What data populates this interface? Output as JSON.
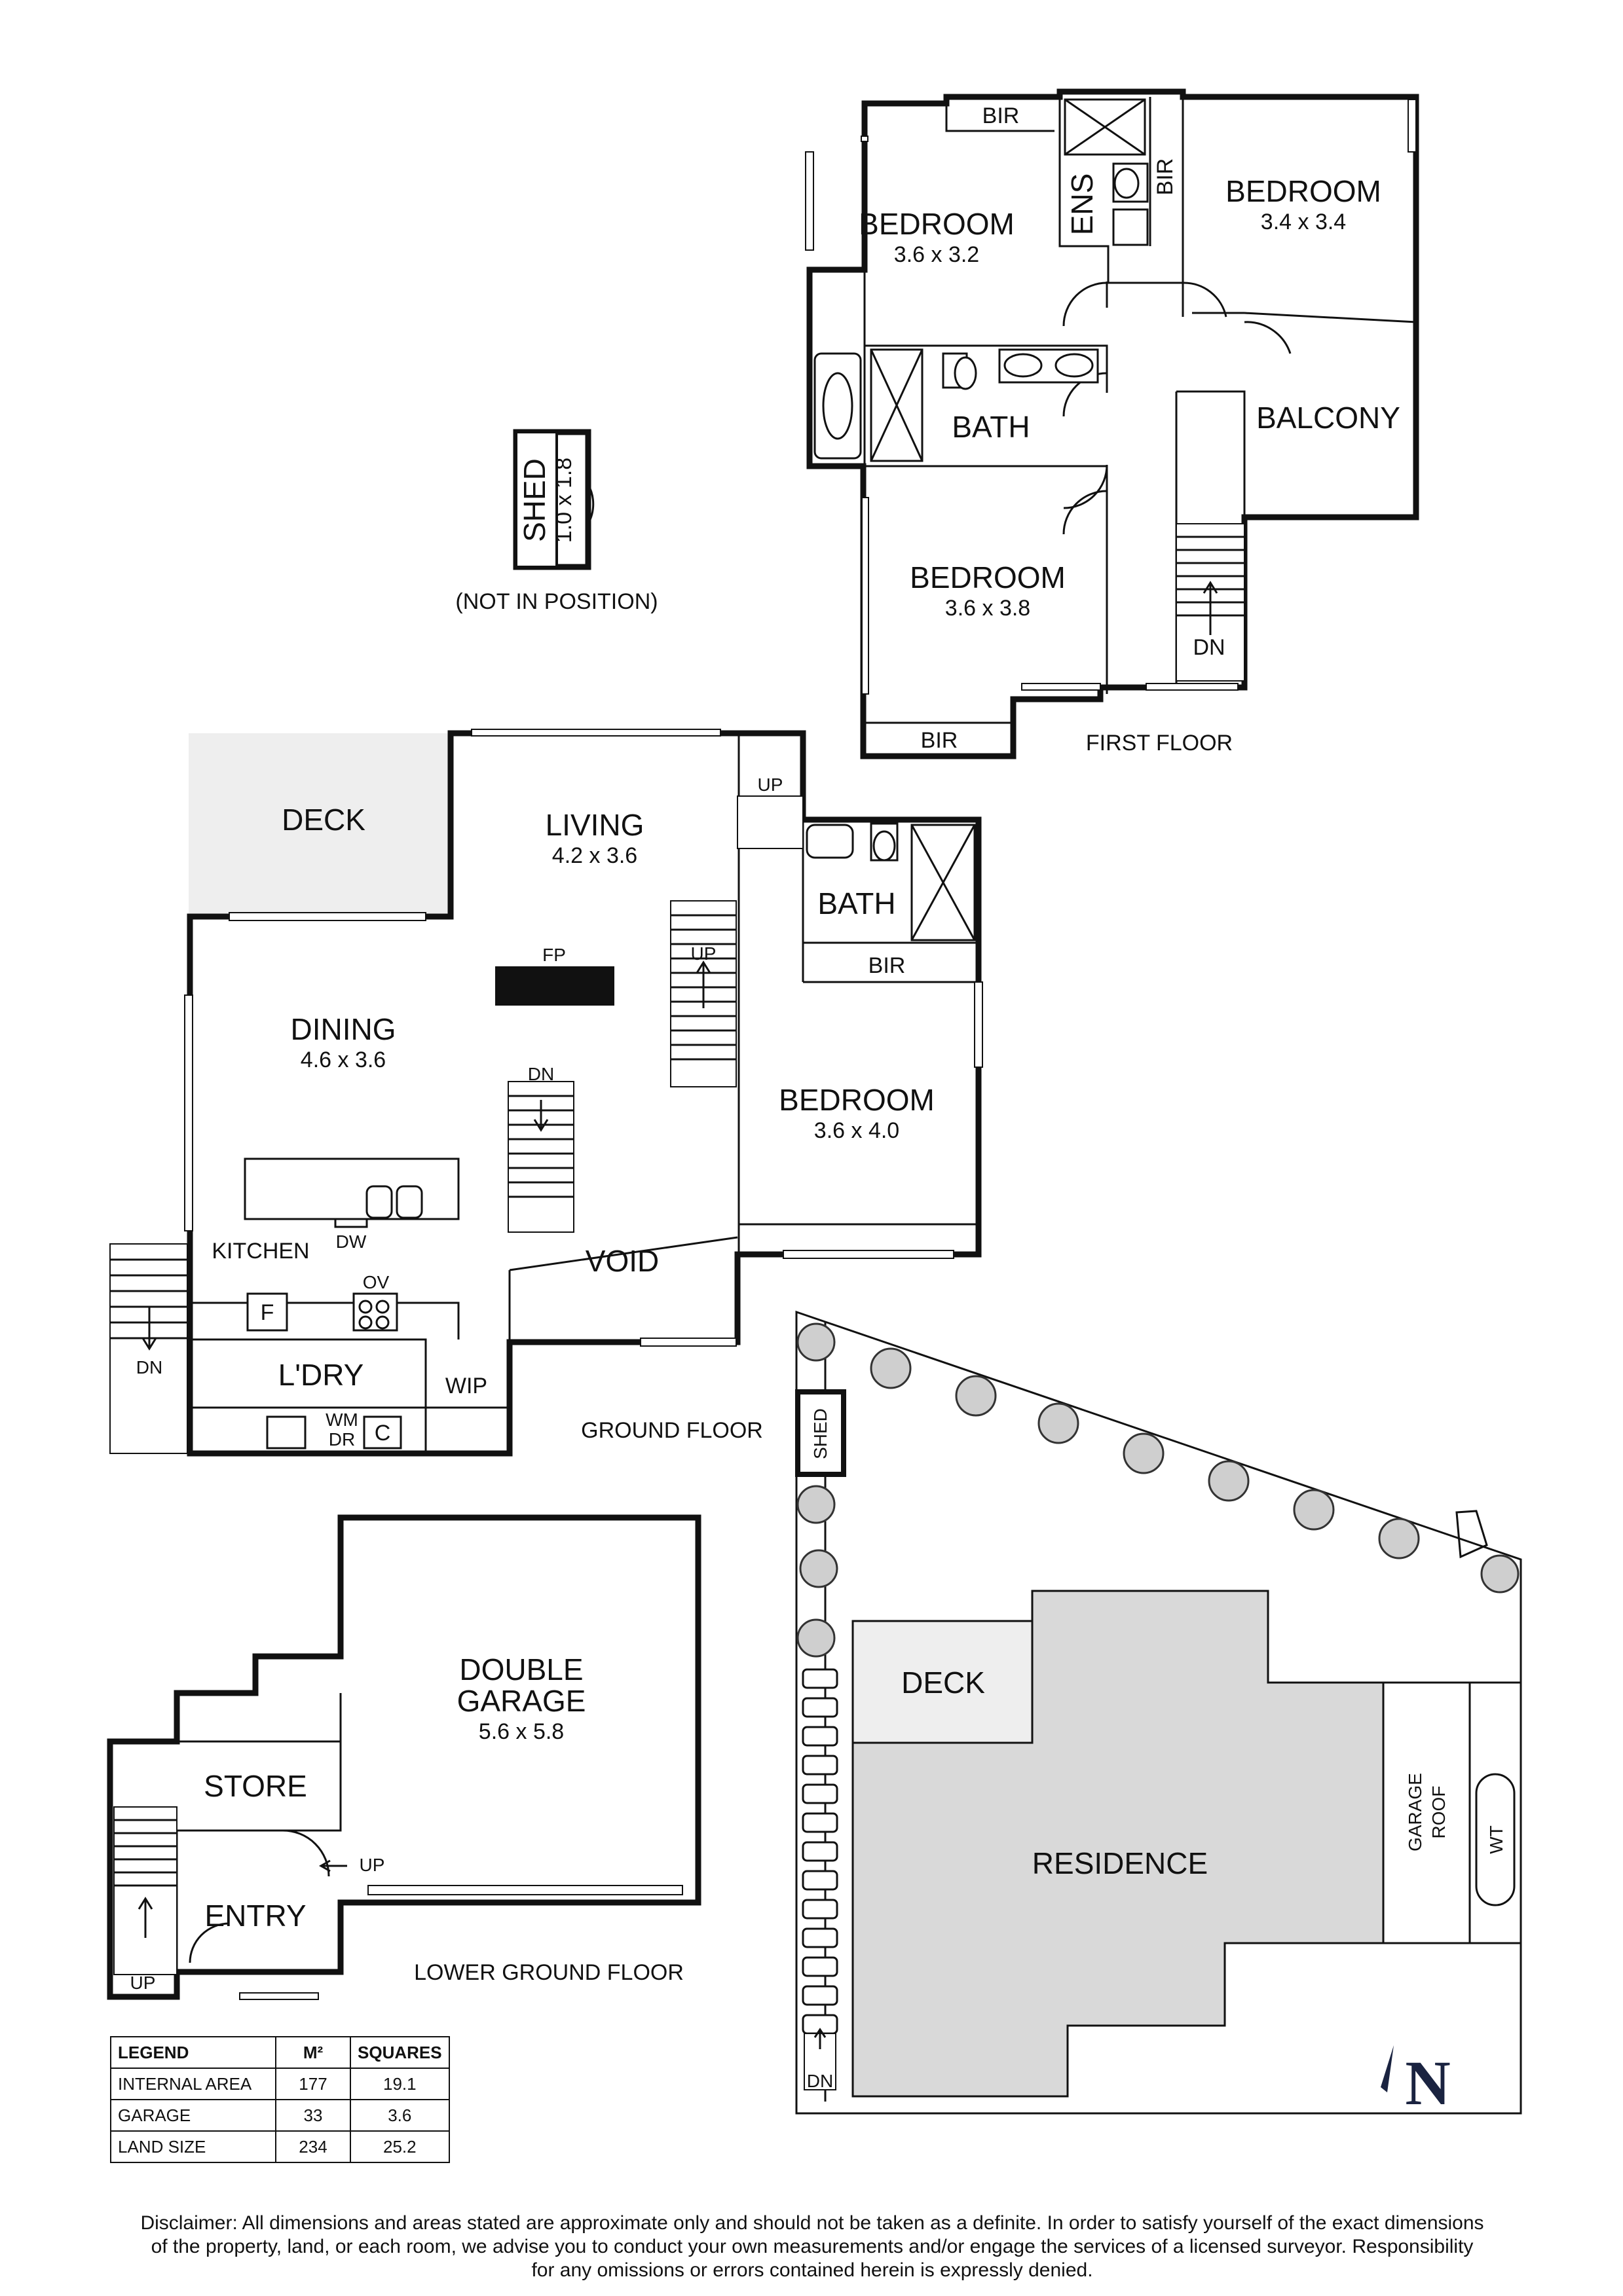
{
  "floors": {
    "first": {
      "label": "FIRST FLOOR",
      "rooms": [
        {
          "name": "BEDROOM",
          "dim": "3.6 x 3.2"
        },
        {
          "name": "BEDROOM",
          "dim": "3.4 x 3.4"
        },
        {
          "name": "BEDROOM",
          "dim": "3.6 x 3.8"
        },
        {
          "name": "BATH"
        },
        {
          "name": "BALCONY"
        },
        {
          "name": "ENS"
        }
      ],
      "bir": "BIR",
      "stair_dn": "DN"
    },
    "ground": {
      "label": "GROUND FLOOR",
      "rooms": {
        "deck": "DECK",
        "living": {
          "name": "LIVING",
          "dim": "4.2 x 3.6"
        },
        "dining": {
          "name": "DINING",
          "dim": "4.6 x 3.6"
        },
        "bedroom": {
          "name": "BEDROOM",
          "dim": "3.6 x 4.0"
        },
        "bath": "BATH",
        "bir": "BIR",
        "kitchen": "KITCHEN",
        "ldry": "L'DRY",
        "wip": "WIP",
        "void": "VOID"
      },
      "fixtures": {
        "fp": "FP",
        "dw": "DW",
        "ov": "OV",
        "f": "F",
        "wm": "WM",
        "dr": "DR",
        "c": "C"
      },
      "stairs": {
        "up": "UP",
        "dn": "DN"
      }
    },
    "lower": {
      "label": "LOWER GROUND FLOOR",
      "rooms": {
        "garage": {
          "name_line1": "DOUBLE",
          "name_line2": "GARAGE",
          "dim": "5.6 x 5.8"
        },
        "store": "STORE",
        "entry": "ENTRY"
      },
      "stairs": {
        "up": "UP"
      }
    }
  },
  "shed": {
    "name": "SHED",
    "dim": "1.0 x 1.8",
    "note": "(NOT IN POSITION)"
  },
  "site": {
    "deck": "DECK",
    "residence": "RESIDENCE",
    "shed": "SHED",
    "garage_roof_line1": "GARAGE",
    "garage_roof_line2": "ROOF",
    "wt": "WT",
    "dn": "DN",
    "north": "N"
  },
  "legend": {
    "headers": [
      "LEGEND",
      "M²",
      "SQUARES"
    ],
    "rows": [
      [
        "INTERNAL AREA",
        "177",
        "19.1"
      ],
      [
        "GARAGE",
        "33",
        "3.6"
      ],
      [
        "LAND SIZE",
        "234",
        "25.2"
      ]
    ]
  },
  "disclaimer": {
    "line1": "Disclaimer: All dimensions and areas stated are approximate only and should not be taken as a definite. In order to satisfy yourself of the exact dimensions",
    "line2": "of the property, land, or each room, we advise you to conduct your own measurements and/or engage the services of a licensed surveyor. Responsibility",
    "line3": "for any omissions or errors contained herein is expressly denied."
  }
}
